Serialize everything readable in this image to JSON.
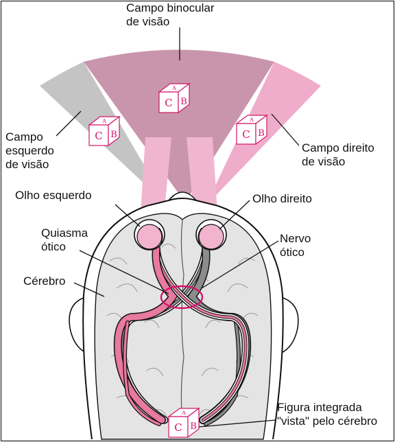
{
  "labels": {
    "binocular_line1": "Campo binocular",
    "binocular_line2": "de visão",
    "left_field_line1": "Campo",
    "left_field_line2": "esquerdo",
    "left_field_line3": "de visão",
    "right_field_line1": "Campo direito",
    "right_field_line2": "de visão",
    "left_eye": "Olho esquerdo",
    "right_eye": "Olho direito",
    "chiasm_line1": "Quiasma",
    "chiasm_line2": "ótico",
    "nerve_line1": "Nervo",
    "nerve_line2": "ótico",
    "cerebrum": "Cérebro",
    "figure_line1": "Figura integrada",
    "figure_line2": "\"vista\" pelo cérebro"
  },
  "cube_letters": {
    "front": "C",
    "side": "B",
    "top": "A"
  },
  "colors": {
    "binocular_field": "#c995ad",
    "left_field": "#c4c4c4",
    "right_field": "#efaccb",
    "pink_pathway": "#e8799f",
    "gray_pathway": "#8c8c8c",
    "brain_fill": "#e4e4e4",
    "chiasm_ring": "#d4146a"
  }
}
